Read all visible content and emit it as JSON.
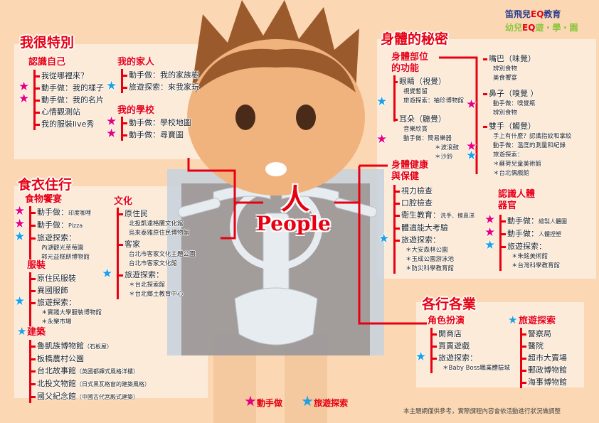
{
  "logo": {
    "line1a": "笛飛兒",
    "line1b": "EQ",
    "line1c": "教育",
    "line2a": "幼兒",
    "line2b": "EQ",
    "line2c": "遊・學・園"
  },
  "center": {
    "zh": "人",
    "en": "People"
  },
  "colors": {
    "red": "#e60012",
    "handson_star": "#e4007f",
    "travel_star": "#1ea0e6",
    "background": "#fbd8b3",
    "panel": "#fdecdc"
  },
  "sections": {
    "special": {
      "title": "我很特別",
      "know_self": {
        "heading": "認識自己",
        "items": [
          {
            "text": "我從哪裡來？"
          },
          {
            "text": "動手做：我的樣子",
            "marker": "handson"
          },
          {
            "text": "動手做：我的名片",
            "marker": "handson"
          },
          {
            "text": "心情觀測站"
          },
          {
            "text": "我的服裝live秀"
          }
        ]
      },
      "family": {
        "heading": "我的家人",
        "items": [
          {
            "text": "動手做：我的家族樹"
          },
          {
            "text": "旅遊探索：來我家玩",
            "marker": "travel"
          }
        ]
      },
      "school": {
        "heading": "我的學校",
        "items": [
          {
            "text": "動手做：學校地圖",
            "marker": "handson"
          },
          {
            "text": "動手做：尋寶圖",
            "marker": "handson"
          }
        ]
      }
    },
    "body_secret": {
      "title": "身體的秘密",
      "functions": {
        "heading1": "身體部位",
        "heading2": "的功能"
      },
      "eyes": {
        "items": [
          {
            "text": "眼睛（視覺）"
          },
          {
            "text": "視覺暫留",
            "style": "sub"
          },
          {
            "text": "旅遊探索：袖珍博物館",
            "style": "sub",
            "marker": "travel"
          }
        ]
      },
      "ears": {
        "items": [
          {
            "text": "耳朵（聽覺）"
          },
          {
            "text": "音樂欣賞",
            "style": "sub"
          },
          {
            "text": "動手做：簡易樂器",
            "style": "sub",
            "marker": "handson"
          },
          {
            "text": "＊波浪鼓",
            "style": "sub2"
          },
          {
            "text": "＊沙鈴",
            "style": "sub2"
          }
        ]
      },
      "mouth": {
        "items": [
          {
            "text": "嘴巴（味覺）"
          },
          {
            "text": "辨別食物",
            "style": "sub"
          },
          {
            "text": "美食饗宴",
            "style": "sub"
          }
        ]
      },
      "nose": {
        "items": [
          {
            "text": "鼻子（嗅覺 ）"
          },
          {
            "text": "動手做：嗅覺瓶",
            "style": "sub",
            "marker": "handson"
          },
          {
            "text": "辨別食物",
            "style": "sub"
          }
        ]
      },
      "hands": {
        "items": [
          {
            "text": "雙手（觸覺）"
          },
          {
            "text": "手上有什麼？認識指紋和掌紋",
            "style": "sub"
          },
          {
            "text": "動手做：溫度的測量和紀錄",
            "style": "sub",
            "marker": "handson"
          },
          {
            "text": "旅遊探索：",
            "style": "sub",
            "marker": "travel"
          },
          {
            "text": "＊蘇荷兒童美術館",
            "style": "sub"
          },
          {
            "text": "＊台北偶戲館",
            "style": "sub"
          }
        ]
      },
      "health": {
        "heading1": "身體健康",
        "heading2": "與保健",
        "items": [
          {
            "text": "視力檢查"
          },
          {
            "text": "口腔檢查"
          },
          {
            "text": "衛生教育：",
            "small": "洗手、擦鼻涕"
          },
          {
            "text": "體適能大考驗"
          },
          {
            "text": "旅遊探索：",
            "marker": "travel"
          },
          {
            "text": "＊大安森林公園",
            "style": "sub"
          },
          {
            "text": "＊玉成公園游泳池",
            "style": "sub"
          },
          {
            "text": "＊防災科學教育館",
            "style": "sub"
          }
        ]
      },
      "organs": {
        "heading1": "認識人體",
        "heading2": "器官",
        "items": [
          {
            "text": "動手做：",
            "small": "繪製人體圖",
            "marker": "handson"
          },
          {
            "text": "動手做：",
            "small": "人體捏塑",
            "marker": "handson"
          },
          {
            "text": "旅遊探索：",
            "marker": "travel"
          },
          {
            "text": "＊朱銘美術館",
            "style": "sub"
          },
          {
            "text": "＊台灣科學教育館",
            "style": "sub"
          }
        ]
      }
    },
    "living": {
      "title": "食衣住行",
      "food": {
        "heading": "食物饗宴",
        "items": [
          {
            "text": "動手做：",
            "small": "印度咖哩",
            "marker": "handson"
          },
          {
            "text": "動手做：",
            "small": "Pizza",
            "marker": "handson"
          },
          {
            "text": "旅遊探索：",
            "marker": "travel"
          },
          {
            "text": "內湖觀光草莓園",
            "style": "sub"
          },
          {
            "text": "郭元益糕餅博物館",
            "style": "sub"
          }
        ]
      },
      "clothing": {
        "heading": "服裝",
        "items": [
          {
            "text": "原住民服裝"
          },
          {
            "text": "異國服飾"
          },
          {
            "text": "旅遊探索：",
            "marker": "travel"
          },
          {
            "text": "＊實踐大學服裝博物館",
            "style": "sub"
          },
          {
            "text": "＊永樂市場",
            "style": "sub"
          }
        ]
      },
      "culture": {
        "heading": "文化",
        "items": [
          {
            "text": "原住民"
          },
          {
            "text": "北投凱達格蘭文化館",
            "style": "sub"
          },
          {
            "text": "烏來泰雅原住民博物館",
            "style": "sub"
          },
          {
            "text": "客家"
          },
          {
            "text": "台北市客家文化主題公園",
            "style": "sub"
          },
          {
            "text": "台北市客家文化館",
            "style": "sub"
          },
          {
            "text": "旅遊探索：",
            "marker": "travel"
          },
          {
            "text": "＊台北探索館",
            "style": "sub"
          },
          {
            "text": "＊台北鄉土教育中心",
            "style": "sub"
          }
        ]
      },
      "architecture": {
        "heading": "建築",
        "items": [
          {
            "text": "魯凱族博物館",
            "small": "（石板屋）"
          },
          {
            "text": "板橋農村公園"
          },
          {
            "text": "台北故事館",
            "small": "（英國都鐸式風格洋樓）"
          },
          {
            "text": "北投文物館",
            "small": "（日式黑瓦格窗的建築風格）"
          },
          {
            "text": "國父紀念館",
            "small": "（中國古代宮殿式建築）"
          }
        ]
      }
    },
    "jobs": {
      "title": "各行各業",
      "roleplay": {
        "heading": "角色扮演",
        "items": [
          {
            "text": "開商店"
          },
          {
            "text": "買賣遊戲"
          },
          {
            "text": "旅遊探索：",
            "marker": "travel"
          },
          {
            "text": "＊Baby Boss職業體驗城",
            "style": "sub"
          }
        ]
      },
      "travel": {
        "heading": "旅遊探索",
        "items": [
          {
            "text": "警察局"
          },
          {
            "text": "醫院"
          },
          {
            "text": "超市大賣場"
          },
          {
            "text": "郵政博物館"
          },
          {
            "text": "海事博物館"
          }
        ]
      }
    }
  },
  "legend": {
    "handson": "動手做",
    "travel": "旅遊探索"
  },
  "footnote": "本主題網僅供參考，實際課程內容會依活動進行狀況做調整"
}
